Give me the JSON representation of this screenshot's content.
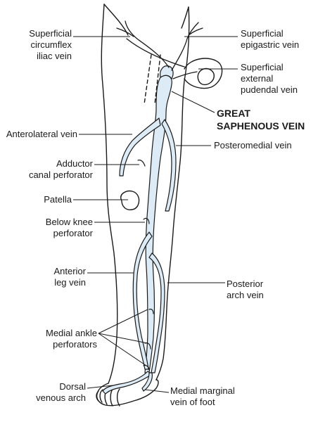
{
  "labels": {
    "superficial_circumflex_iliac_vein": [
      "Superficial",
      "circumflex",
      "iliac vein"
    ],
    "superficial_epigastric_vein": [
      "Superficial",
      "epigastric vein"
    ],
    "superficial_external_pudendal_vein": [
      "Superficial",
      "external",
      "pudendal vein"
    ],
    "great_saphenous_vein": [
      "GREAT",
      "SAPHENOUS VEIN"
    ],
    "anterolateral_vein": [
      "Anterolateral vein"
    ],
    "posteromedial_vein": [
      "Posteromedial vein"
    ],
    "adductor_canal_perforator": [
      "Adductor",
      "canal perforator"
    ],
    "patella": [
      "Patella"
    ],
    "below_knee_perforator": [
      "Below knee",
      "perforator"
    ],
    "anterior_leg_vein": [
      "Anterior",
      "leg vein"
    ],
    "posterior_arch_vein": [
      "Posterior",
      "arch vein"
    ],
    "medial_ankle_perforators": [
      "Medial ankle",
      "perforators"
    ],
    "dorsal_venous_arch": [
      "Dorsal",
      "venous arch"
    ],
    "medial_marginal_vein_of_foot": [
      "Medial marginal",
      "vein of foot"
    ]
  },
  "colors": {
    "outline": "#1a1a1a",
    "vein_fill": "#dcebf5",
    "vein_stroke": "#1a1a1a",
    "text": "#1a1a1a"
  }
}
